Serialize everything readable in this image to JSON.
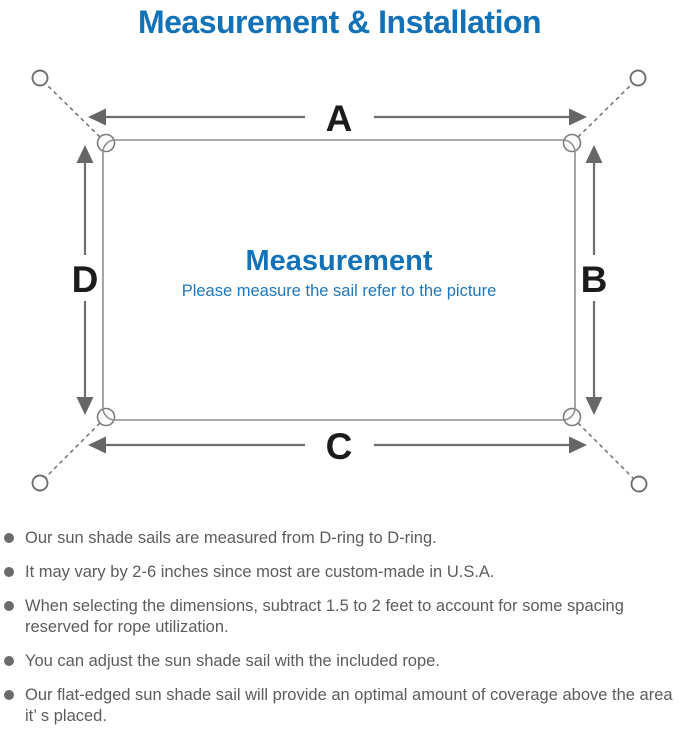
{
  "title": "Measurement & Installation",
  "diagram": {
    "heading": "Measurement",
    "subheading": "Please measure the sail refer to the picture",
    "labels": {
      "top": "A",
      "right": "B",
      "bottom": "C",
      "left": "D"
    },
    "colors": {
      "accent_blue": "#1371b8",
      "line_gray": "#6e6e6e",
      "label_black": "#1b1b1b",
      "body_gray": "#5c5c5c"
    }
  },
  "notes": {
    "items": [
      "Our sun shade sails are measured from D-ring to D-ring.",
      "It may vary by 2-6 inches since most are custom-made in U.S.A.",
      "When selecting the dimensions, subtract 1.5 to 2 feet to account for some spacing reserved for rope utilization.",
      "You can adjust the sun shade sail with the included rope.",
      "Our flat-edged sun shade sail will provide an optimal amount of coverage above the area it’ s placed."
    ]
  }
}
